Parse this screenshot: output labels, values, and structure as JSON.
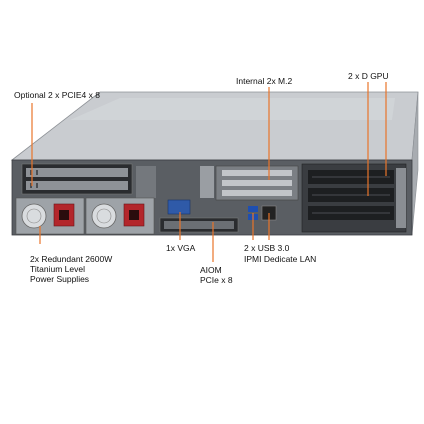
{
  "callouts": {
    "optional_pcie": "Optional 2 x PCIE4 x 8",
    "internal_m2": "Internal 2x M.2",
    "double_gpu": "2 x D GPU",
    "power_supplies": "2x Redundant 2600W\nTitanium Level\nPower Supplies",
    "vga": "1x VGA",
    "aiom": "AIOM\nPCIe x 8",
    "usb": "2 x USB 3.0",
    "ipmi": "IPMI Dedicate LAN"
  },
  "colors": {
    "callout_line": "#e8742a",
    "chassis_top": "#c9ccd0",
    "chassis_front": "#5a5e63",
    "psu_body": "#9ea3a8",
    "psu_socket": "#b3262b"
  }
}
